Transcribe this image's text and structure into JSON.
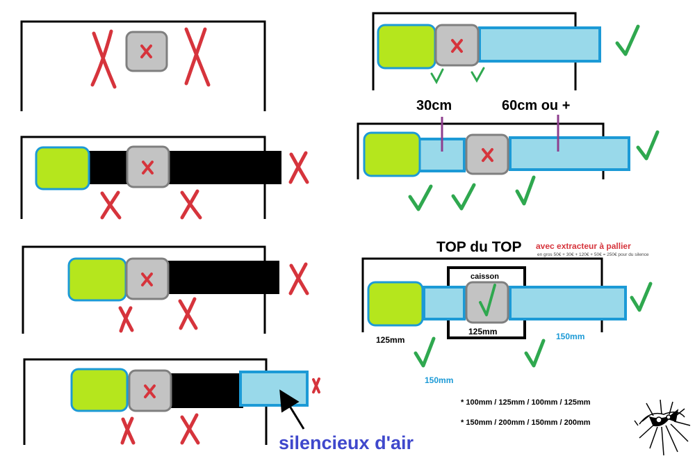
{
  "labels": {
    "cm30": "30cm",
    "cm60": "60cm ou +",
    "top_title": "TOP du TOP",
    "top_subtitle": "avec extracteur à pallier",
    "top_note": "en gros 50€ + 30€ + 120€ + 50€ = 250€ pour du silence",
    "caisson": "caisson",
    "d125_left": "125mm",
    "d125_center": "125mm",
    "d150_right": "150mm",
    "d150_bottom": "150mm",
    "sizes_1": "* 100mm / 125mm / 100mm / 125mm",
    "sizes_2": "* 150mm / 200mm / 150mm / 200mm",
    "silencer": "silencieux d'air"
  },
  "colors": {
    "cross": "#d6343c",
    "check": "#2fa84f",
    "green_box": "#b5e61d",
    "grey_box": "#c3c3c3",
    "duct_blue": "#99d9ea",
    "blue_border": "#1c9ad6",
    "black_duct": "#000000",
    "purple_marker": "#8e3e8e",
    "silencer_text": "#3f48cc",
    "cyan_text": "#1c9ad6",
    "red_text": "#d6343c"
  }
}
